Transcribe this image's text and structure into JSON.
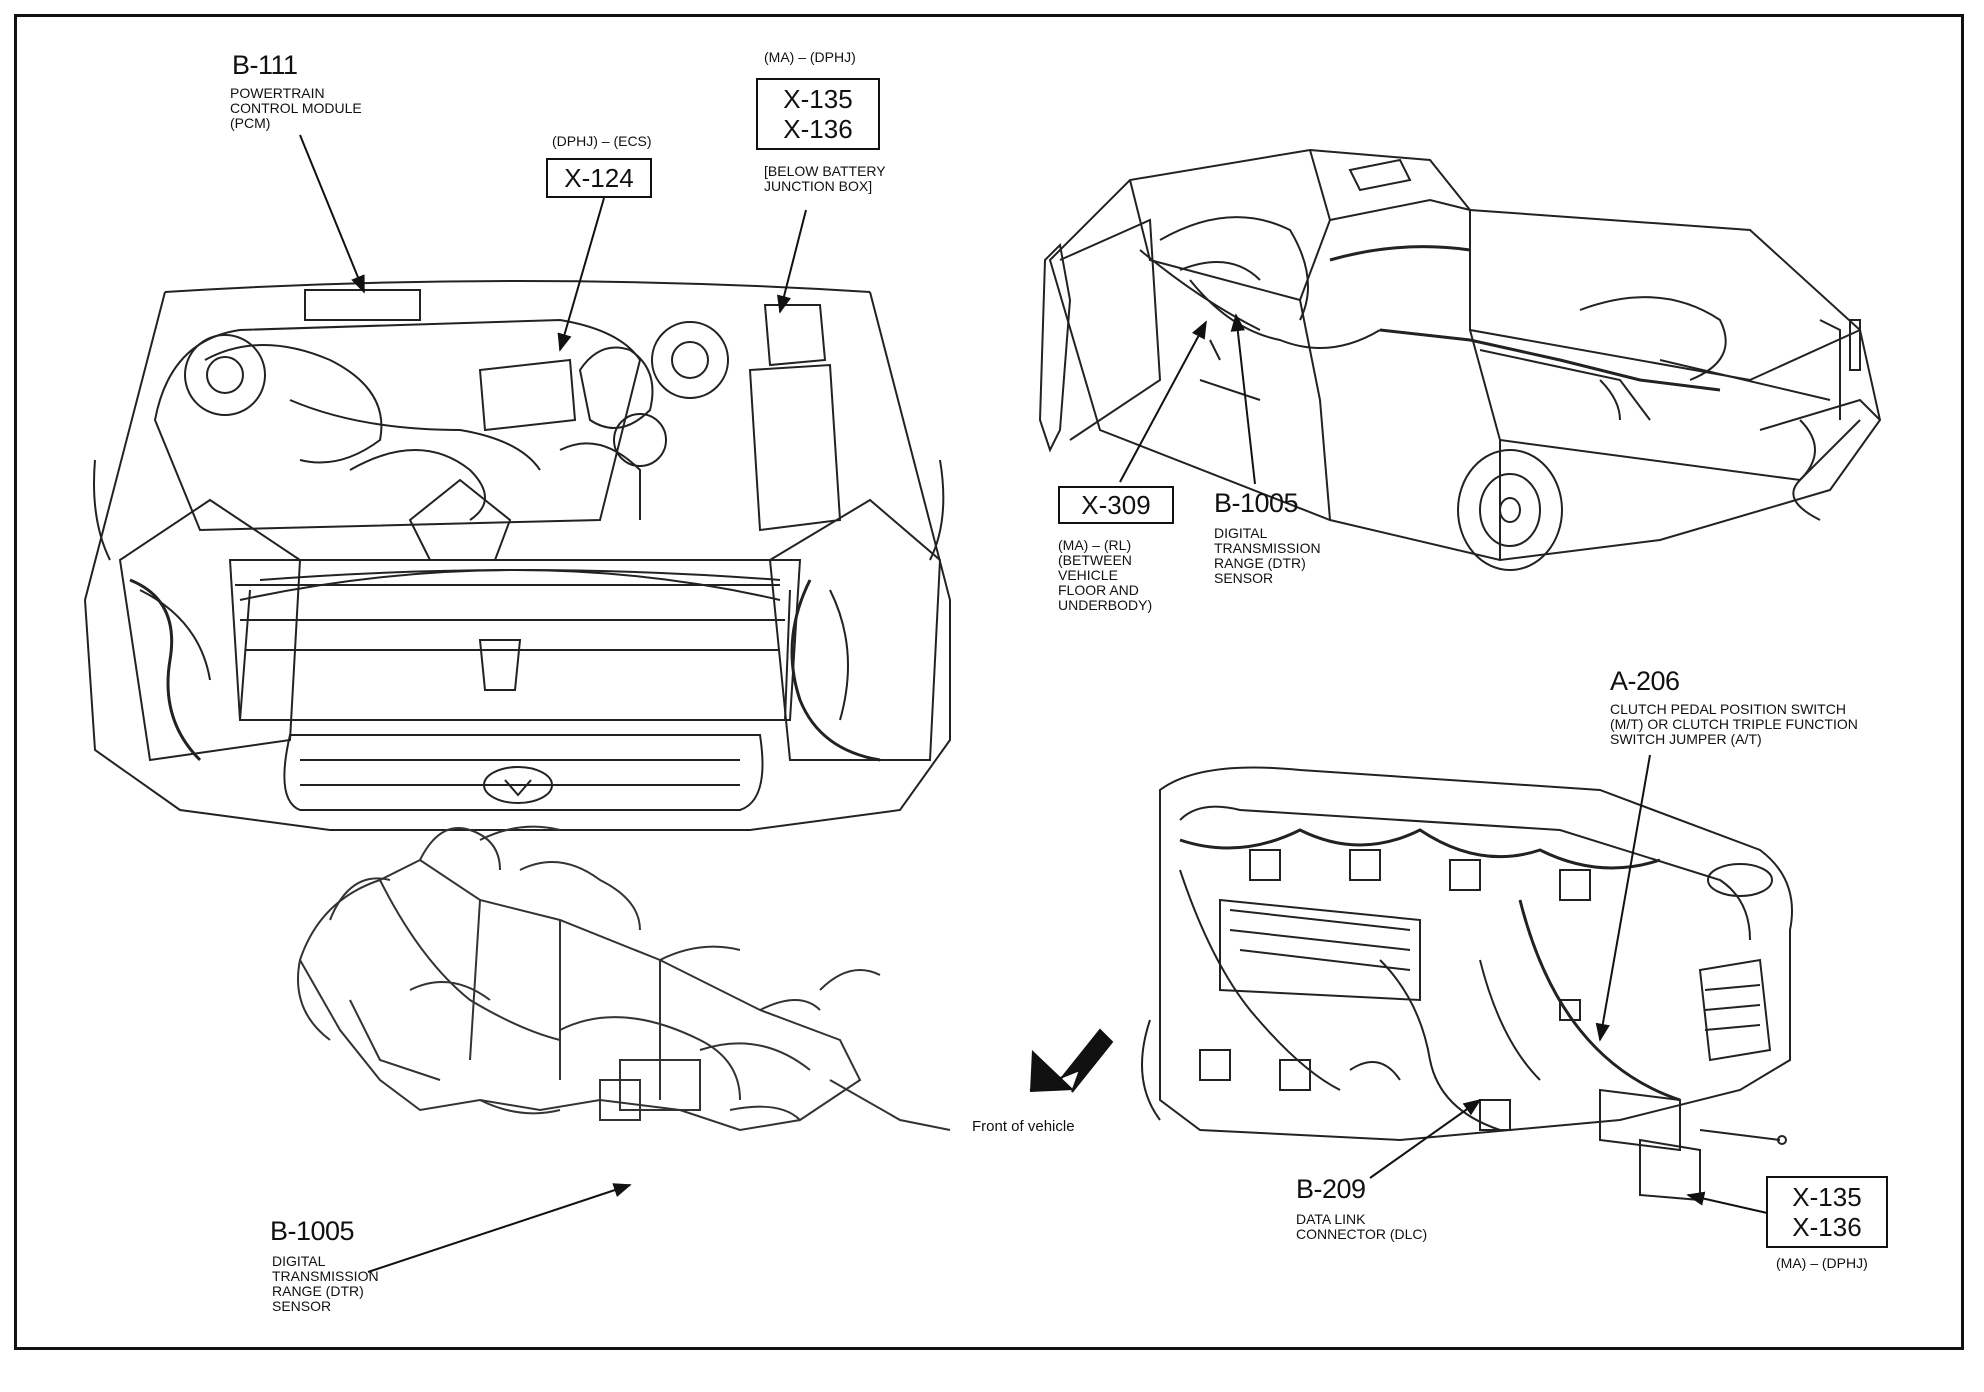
{
  "callouts": {
    "b111": {
      "code": "B-111",
      "desc": "POWERTRAIN\nCONTROL MODULE\n(PCM)"
    },
    "x124": {
      "variant": "(DPHJ) – (ECS)",
      "code": "X-124"
    },
    "x135_top": {
      "variant": "(MA) – (DPHJ)",
      "codes": [
        "X-135",
        "X-136"
      ],
      "note": "[BELOW BATTERY\nJUNCTION BOX]"
    },
    "x309": {
      "code": "X-309",
      "desc": "(MA) – (RL)\n(BETWEEN\nVEHICLE\nFLOOR AND\nUNDERBODY)"
    },
    "b1005_top": {
      "code": "B-1005",
      "desc": "DIGITAL\nTRANSMISSION\nRANGE (DTR)\nSENSOR"
    },
    "a206": {
      "code": "A-206",
      "desc": "CLUTCH PEDAL POSITION  SWITCH\n(M/T) OR CLUTCH TRIPLE FUNCTION\nSWITCH JUMPER (A/T)"
    },
    "b1005_bottom": {
      "code": "B-1005",
      "desc": "DIGITAL\nTRANSMISSION\nRANGE (DTR)\nSENSOR"
    },
    "b209": {
      "code": "B-209",
      "desc": "DATA LINK\nCONNECTOR (DLC)"
    },
    "x135_bottom": {
      "codes": [
        "X-135",
        "X-136"
      ],
      "variant": "(MA) – (DPHJ)"
    }
  },
  "front_of_vehicle": "Front of vehicle"
}
